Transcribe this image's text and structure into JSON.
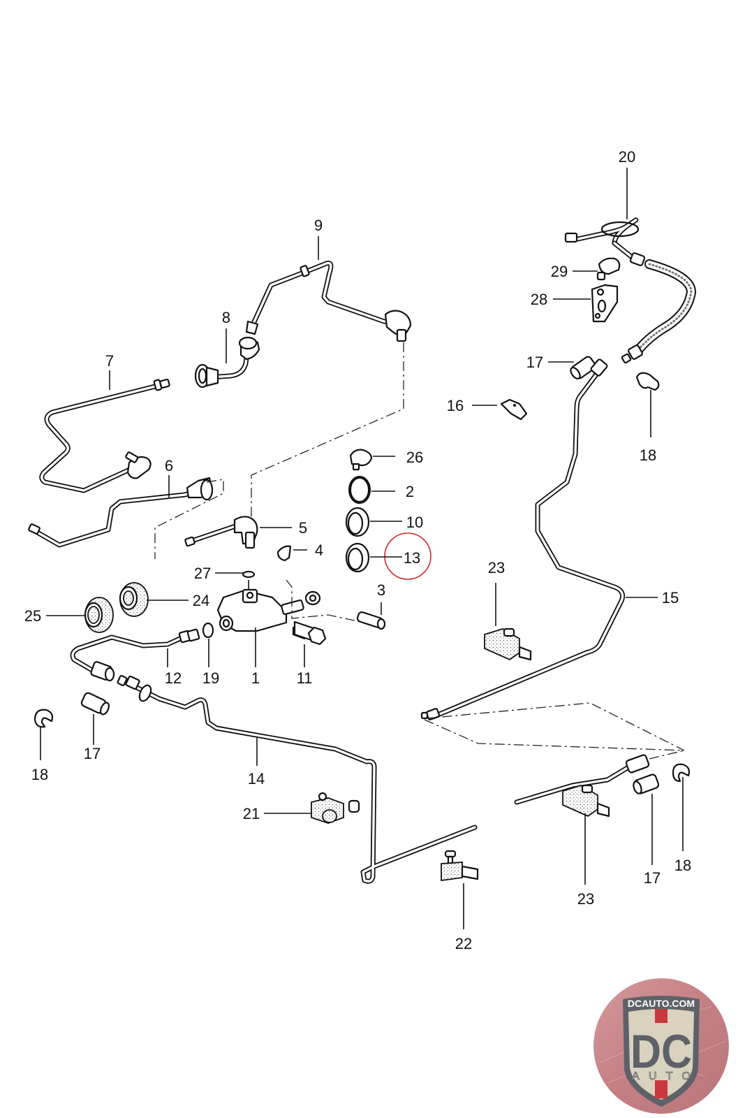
{
  "diagram": {
    "title": "Clutch hydraulic lines and slave cylinder parts diagram",
    "highlighted_part": "13",
    "highlight_color": "#d0262b",
    "callouts": [
      {
        "id": "1"
      },
      {
        "id": "2"
      },
      {
        "id": "3"
      },
      {
        "id": "4"
      },
      {
        "id": "5"
      },
      {
        "id": "6"
      },
      {
        "id": "7"
      },
      {
        "id": "8"
      },
      {
        "id": "9"
      },
      {
        "id": "10"
      },
      {
        "id": "11"
      },
      {
        "id": "12"
      },
      {
        "id": "13"
      },
      {
        "id": "14"
      },
      {
        "id": "15"
      },
      {
        "id": "16"
      },
      {
        "id": "17"
      },
      {
        "id": "18"
      },
      {
        "id": "19"
      },
      {
        "id": "20"
      },
      {
        "id": "21"
      },
      {
        "id": "22"
      },
      {
        "id": "23"
      },
      {
        "id": "24"
      },
      {
        "id": "25"
      },
      {
        "id": "26"
      },
      {
        "id": "27"
      },
      {
        "id": "28"
      },
      {
        "id": "29"
      }
    ],
    "labels": {
      "l1": "1",
      "l2": "2",
      "l3": "3",
      "l4": "4",
      "l5": "5",
      "l6": "6",
      "l7": "7",
      "l8": "8",
      "l9": "9",
      "l10": "10",
      "l11": "11",
      "l12": "12",
      "l13": "13",
      "l14": "14",
      "l15": "15",
      "l16": "16",
      "l17a": "17",
      "l17b": "17",
      "l17c": "17",
      "l18a": "18",
      "l18b": "18",
      "l18c": "18",
      "l19": "19",
      "l20": "20",
      "l21": "21",
      "l22": "22",
      "l23a": "23",
      "l23b": "23",
      "l24": "24",
      "l25": "25",
      "l26": "26",
      "l27": "27",
      "l28": "28",
      "l29": "29"
    }
  },
  "logo": {
    "top_text": "DCAUTO.COM",
    "main_text": "DC",
    "sub_text": "AUTO",
    "colors": {
      "ring": "#c9868a",
      "shield": "#d8d2be",
      "letters": "#5e6168",
      "stripe": "#c8383d",
      "text": "#ffffff"
    }
  }
}
